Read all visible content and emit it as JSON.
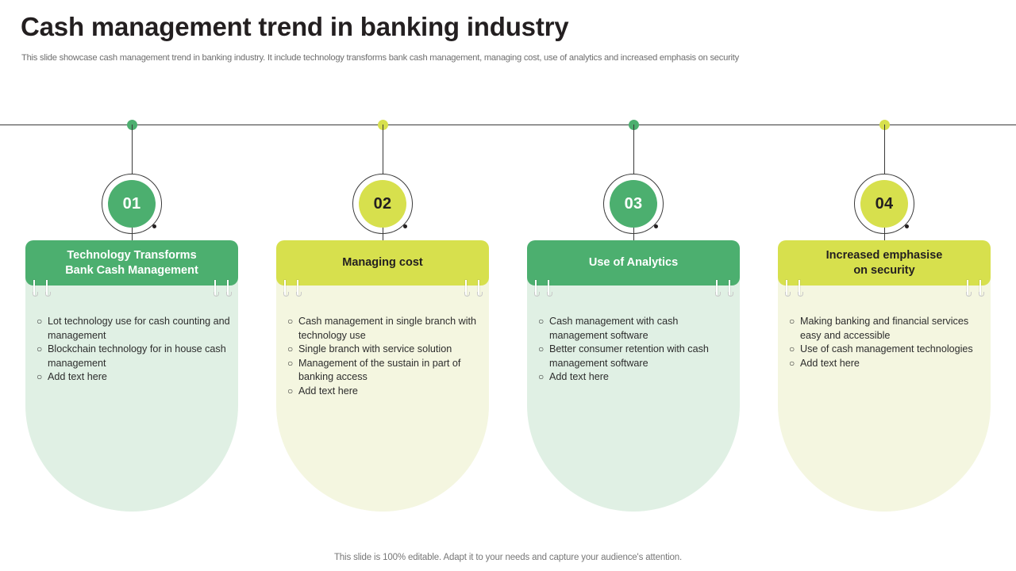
{
  "header": {
    "title": "Cash management trend in banking industry",
    "subtitle": "This slide showcase cash management trend in banking industry. It include technology transforms bank cash management, managing cost, use of analytics and increased emphasis on security"
  },
  "footer": {
    "note": "This slide is 100% editable. Adapt it to your needs and capture your audience's attention."
  },
  "theme": {
    "green": "#4caf6f",
    "green_light": "#e0f0e4",
    "yellow": "#d7e04d",
    "yellow_light": "#f4f6e0",
    "axis": "#3a3a3a",
    "title_color": "#231f20",
    "subtitle_color": "#6f6f6f"
  },
  "bullet_marker": "○",
  "cards": [
    {
      "number": "01",
      "title_line1": "Technology Transforms",
      "title_line2": "Bank Cash Management",
      "accent": "#4caf6f",
      "body_bg": "#e0f0e4",
      "head_text_color": "#ffffff",
      "badge_text_color": "#ffffff",
      "bullets": [
        "Lot technology use for cash counting and management",
        "Blockchain technology for in house cash management",
        "Add text here"
      ]
    },
    {
      "number": "02",
      "title_line1": "Managing cost",
      "title_line2": "",
      "accent": "#d7e04d",
      "body_bg": "#f4f6e0",
      "head_text_color": "#231f20",
      "badge_text_color": "#231f20",
      "bullets": [
        "Cash management in single branch with technology use",
        "Single branch  with service solution",
        "Management of the sustain in part of banking  access",
        "Add text here"
      ]
    },
    {
      "number": "03",
      "title_line1": "Use of Analytics",
      "title_line2": "",
      "accent": "#4caf6f",
      "body_bg": "#e0f0e4",
      "head_text_color": "#ffffff",
      "badge_text_color": "#ffffff",
      "bullets": [
        "Cash management with cash management software",
        "Better consumer retention with cash management software",
        "Add text here"
      ]
    },
    {
      "number": "04",
      "title_line1": "Increased emphasise",
      "title_line2": "on security",
      "accent": "#d7e04d",
      "body_bg": "#f4f6e0",
      "head_text_color": "#231f20",
      "badge_text_color": "#231f20",
      "bullets": [
        "Making  banking  and financial services easy and accessible",
        "Use of cash management technologies",
        "Add text here"
      ]
    }
  ]
}
